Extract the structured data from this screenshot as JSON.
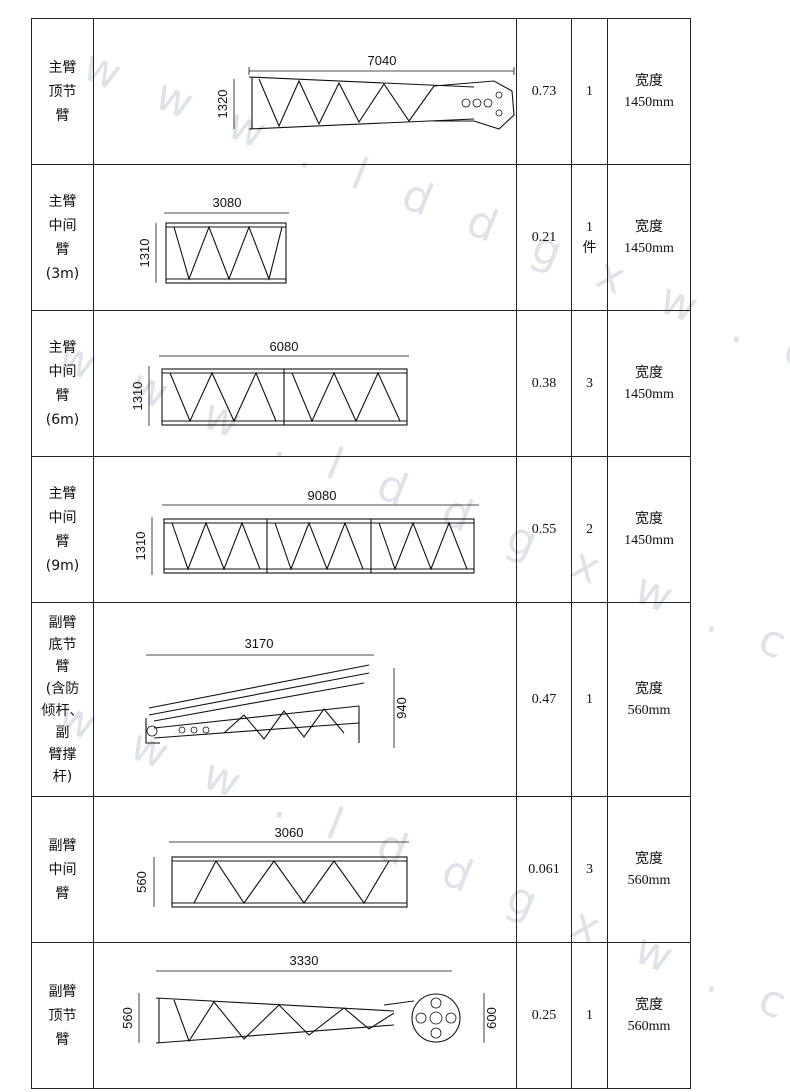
{
  "rows": [
    {
      "name": [
        "主臂",
        "顶节",
        "臂"
      ],
      "weight": "0.73",
      "qty": [
        "1"
      ],
      "note": [
        "宽度",
        "1450mm"
      ],
      "dims": {
        "length": "7040",
        "height": "1320"
      }
    },
    {
      "name": [
        "主臂",
        "中间",
        "臂",
        "(3m)"
      ],
      "weight": "0.21",
      "qty": [
        "1",
        "件"
      ],
      "note": [
        "宽度",
        "1450mm"
      ],
      "dims": {
        "length": "3080",
        "height": "1310"
      }
    },
    {
      "name": [
        "主臂",
        "中间",
        "臂",
        "(6m)"
      ],
      "weight": "0.38",
      "qty": [
        "3"
      ],
      "note": [
        "宽度",
        "1450mm"
      ],
      "dims": {
        "length": "6080",
        "height": "1310"
      }
    },
    {
      "name": [
        "主臂",
        "中间",
        "臂",
        "(9m)"
      ],
      "weight": "0.55",
      "qty": [
        "2"
      ],
      "note": [
        "宽度",
        "1450mm"
      ],
      "dims": {
        "length": "9080",
        "height": "1310"
      }
    },
    {
      "name": [
        "副臂",
        "底节",
        "臂",
        "(含防",
        "倾杆、",
        "副",
        "臂撑",
        "杆)"
      ],
      "weight": "0.47",
      "qty": [
        "1"
      ],
      "note": [
        "宽度",
        "560mm"
      ],
      "dims": {
        "length": "3170",
        "height": "940"
      }
    },
    {
      "name": [
        "副臂",
        "中间",
        "臂"
      ],
      "weight": "0.061",
      "qty": [
        "3"
      ],
      "note": [
        "宽度",
        "560mm"
      ],
      "dims": {
        "length": "3060",
        "height": "560"
      }
    },
    {
      "name": [
        "副臂",
        "顶节",
        "臂"
      ],
      "weight": "0.25",
      "qty": [
        "1"
      ],
      "note": [
        "宽度",
        "560mm"
      ],
      "dims": {
        "length": "3330",
        "height": "560",
        "height2": "600"
      }
    }
  ],
  "watermark": [
    "w w w . l d d g x w . c o m"
  ]
}
